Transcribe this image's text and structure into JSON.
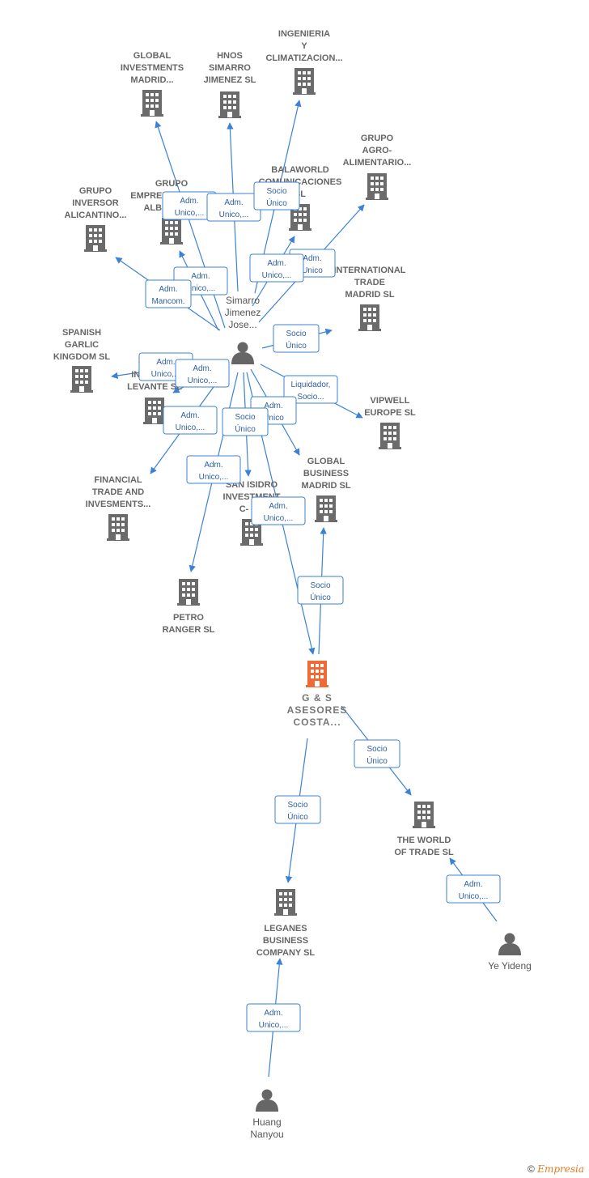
{
  "colors": {
    "edge": "#3b82d6",
    "building": "#6b6b6b",
    "main_building": "#f06a35",
    "person": "#666666"
  },
  "nodes": [
    {
      "id": "global_inv",
      "type": "company",
      "lines": [
        "GLOBAL",
        "INVESTMENTS",
        "MADRID..."
      ]
    },
    {
      "id": "hnos",
      "type": "company",
      "lines": [
        "HNOS",
        "SIMARRO",
        "JIMENEZ SL"
      ]
    },
    {
      "id": "ingenieria",
      "type": "company",
      "lines": [
        "INGENIERIA",
        "Y",
        "CLIMATIZACION..."
      ]
    },
    {
      "id": "agro",
      "type": "company",
      "lines": [
        "GRUPO",
        "AGRO-",
        "ALIMENTARIO..."
      ]
    },
    {
      "id": "balaworld",
      "type": "company",
      "lines": [
        "BALAWORLD",
        "COMUNICACIONES",
        "SL"
      ]
    },
    {
      "id": "emprend",
      "type": "company",
      "lines": [
        "GRUPO",
        "EMPRENDEDORES",
        "ALBACETE..."
      ]
    },
    {
      "id": "inversor",
      "type": "company",
      "lines": [
        "GRUPO",
        "INVERSOR",
        "ALICANTINO..."
      ]
    },
    {
      "id": "intl_trade",
      "type": "company",
      "lines": [
        "INTERNATIONAL",
        "TRADE",
        "MADRID  SL"
      ]
    },
    {
      "id": "spanish_garlic",
      "type": "company",
      "lines": [
        "SPANISH",
        "GARLIC",
        "KINGDOM  SL"
      ]
    },
    {
      "id": "gi_levante",
      "type": "company",
      "lines": [
        "GRUPO",
        "INVERSOR",
        "LEVANTE  SL"
      ]
    },
    {
      "id": "vipwell",
      "type": "company",
      "lines": [
        "VIPWELL",
        "EUROPE SL"
      ]
    },
    {
      "id": "financial",
      "type": "company",
      "lines": [
        "FINANCIAL",
        "TRADE AND",
        "INVESMENTS..."
      ]
    },
    {
      "id": "global_business",
      "type": "company",
      "lines": [
        "GLOBAL",
        "BUSINESS",
        "MADRID  SL"
      ]
    },
    {
      "id": "san_isidro",
      "type": "company",
      "lines": [
        "SAN ISIDRO",
        "INVESTMENT",
        "C- LM"
      ]
    },
    {
      "id": "petro",
      "type": "company",
      "lines": [
        "PETRO",
        "RANGER  SL"
      ]
    },
    {
      "id": "gs",
      "type": "main",
      "lines": [
        "G & S",
        "ASESORES",
        "COSTA..."
      ]
    },
    {
      "id": "world_trade",
      "type": "company",
      "lines": [
        "THE WORLD",
        "OF TRADE  SL"
      ]
    },
    {
      "id": "leganes",
      "type": "company",
      "lines": [
        "LEGANES",
        "BUSINESS",
        "COMPANY  SL"
      ]
    },
    {
      "id": "simarro",
      "type": "person",
      "lines": [
        "Simarro",
        "Jimenez",
        "Jose..."
      ]
    },
    {
      "id": "ye",
      "type": "person",
      "lines": [
        "Ye Yideng"
      ]
    },
    {
      "id": "huang",
      "type": "person",
      "lines": [
        "Huang",
        "Nanyou"
      ]
    }
  ],
  "edges": [
    {
      "from": "simarro",
      "to": "global_inv",
      "label": [
        "Adm.",
        "Unico,..."
      ]
    },
    {
      "from": "simarro",
      "to": "hnos",
      "label": [
        "Adm.",
        "Unico,..."
      ]
    },
    {
      "from": "simarro",
      "to": "ingenieria",
      "label": [
        "Socio",
        "Único"
      ]
    },
    {
      "from": "simarro",
      "to": "agro",
      "label": [
        "Adm.",
        "Unico"
      ]
    },
    {
      "from": "simarro",
      "to": "balaworld",
      "label": [
        "Adm.",
        "Unico,..."
      ]
    },
    {
      "from": "simarro",
      "to": "emprend",
      "label": [
        "Adm.",
        "Unico,..."
      ]
    },
    {
      "from": "simarro",
      "to": "inversor",
      "label": [
        "Adm.",
        "Mancom."
      ]
    },
    {
      "from": "simarro",
      "to": "intl_trade",
      "label": [
        "Socio",
        "Único"
      ]
    },
    {
      "from": "simarro",
      "to": "spanish_garlic",
      "label": [
        "Adm.",
        "Unico,..."
      ]
    },
    {
      "from": "simarro",
      "to": "gi_levante",
      "label": [
        "Adm.",
        "Unico,..."
      ]
    },
    {
      "from": "simarro",
      "to": "vipwell",
      "label": [
        "Liquidador,",
        "Socio..."
      ]
    },
    {
      "from": "simarro",
      "to": "financial",
      "label": [
        "Adm.",
        "Unico,..."
      ]
    },
    {
      "from": "simarro",
      "to": "global_business",
      "label": [
        "Adm.",
        "Unico"
      ]
    },
    {
      "from": "simarro",
      "to": "san_isidro",
      "label": [
        "Socio",
        "Único"
      ]
    },
    {
      "from": "simarro",
      "to": "petro",
      "label": [
        "Adm.",
        "Unico,..."
      ]
    },
    {
      "from": "simarro",
      "to": "gs",
      "label": [
        "Adm.",
        "Unico,..."
      ]
    },
    {
      "from": "gs",
      "to": "global_business",
      "label": [
        "Socio",
        "Único"
      ]
    },
    {
      "from": "gs",
      "to": "world_trade",
      "label": [
        "Socio",
        "Único"
      ]
    },
    {
      "from": "gs",
      "to": "leganes",
      "label": [
        "Socio",
        "Único"
      ]
    },
    {
      "from": "ye",
      "to": "world_trade",
      "label": [
        "Adm.",
        "Unico,..."
      ]
    },
    {
      "from": "huang",
      "to": "leganes",
      "label": [
        "Adm.",
        "Unico,..."
      ]
    }
  ],
  "footer": {
    "copyright": "©",
    "brand": "Empresia"
  }
}
